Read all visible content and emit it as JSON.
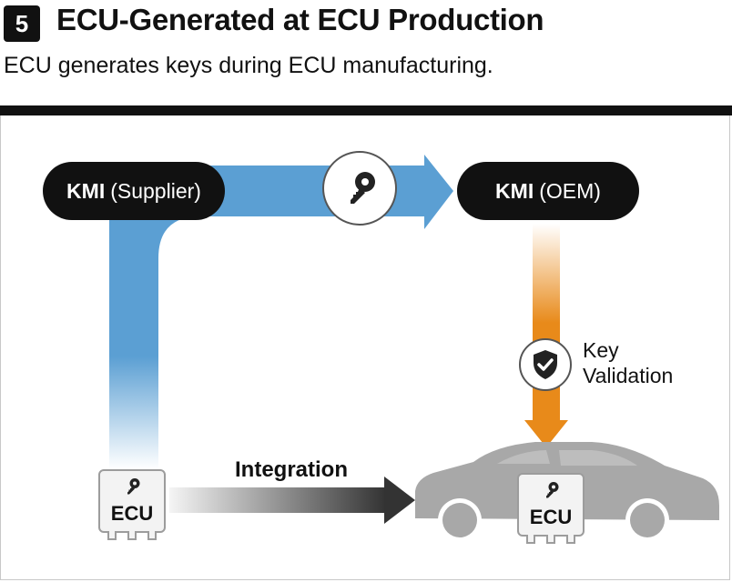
{
  "header": {
    "step_number": "5",
    "title": "ECU-Generated at ECU Production",
    "subtitle": "ECU generates keys during ECU manufacturing."
  },
  "diagram": {
    "supplier": {
      "bold": "KMI",
      "rest": "(Supplier)"
    },
    "oem": {
      "bold": "KMI",
      "rest": "(OEM)"
    },
    "key_validation": {
      "line1": "Key",
      "line2": "Validation"
    },
    "integration_label": "Integration",
    "ecu_supplier_label": "ECU",
    "ecu_car_label": "ECU",
    "icons": [
      "key-icon",
      "shield-check-icon",
      "car-icon",
      "ecu-chip-icon"
    ]
  },
  "colors": {
    "blue_flow": "#5b9fd3",
    "orange_flow": "#e88a1a",
    "pill_bg": "#111111",
    "car_gray": "#a8a8a8",
    "integration_arrow": "#333333"
  }
}
